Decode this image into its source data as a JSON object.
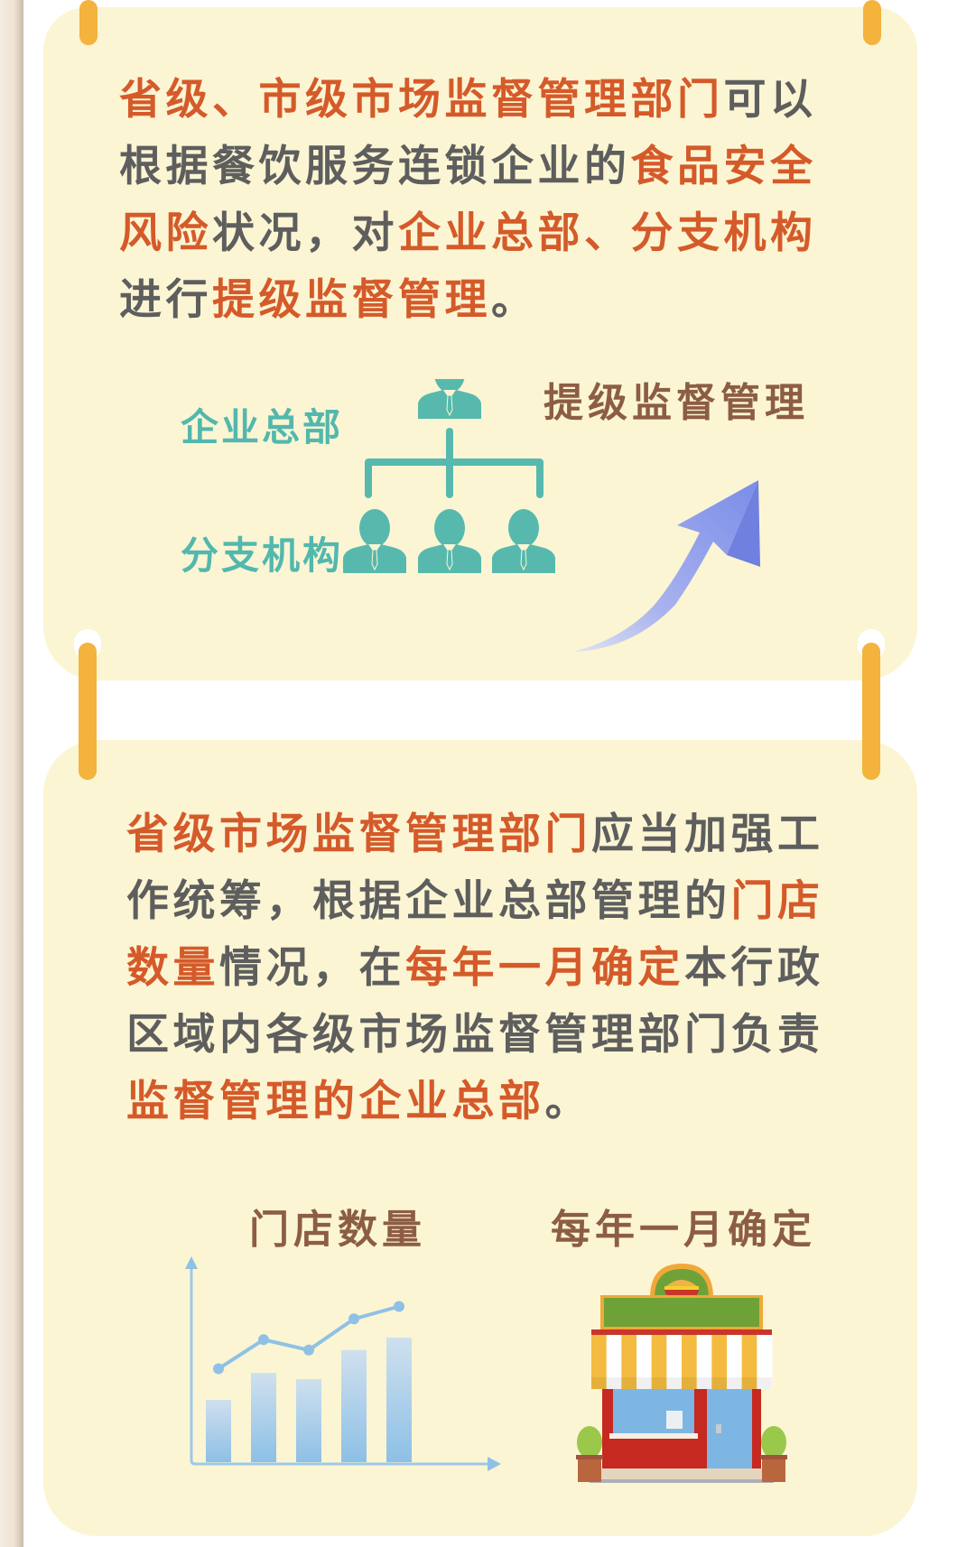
{
  "colors": {
    "card_bg": "#fbf5d3",
    "highlight": "#d55a2a",
    "body_text": "#5e5e5e",
    "teal": "#52b8ae",
    "label_brown": "#8c5d44",
    "ring": "#f3b33d",
    "arrow": "#7e8ee6",
    "chart_blue": "#8fc1e6"
  },
  "card1": {
    "paragraph": [
      {
        "text": "省级、市级市场监督管理部门",
        "hl": true
      },
      {
        "text": "可以根据餐饮服务连锁企业的",
        "hl": false
      },
      {
        "text": "食品安全风险",
        "hl": true
      },
      {
        "text": "状况，对",
        "hl": false
      },
      {
        "text": "企业总部、分支机构",
        "hl": true
      },
      {
        "text": "进行",
        "hl": false
      },
      {
        "text": "提级监督管理",
        "hl": true
      },
      {
        "text": "。",
        "hl": false
      }
    ],
    "illustration": {
      "label_headquarters": "企业总部",
      "label_branches": "分支机构",
      "label_upgrade": "提级监督管理",
      "icons": [
        "person-icon",
        "org-tree-connector",
        "person-icon",
        "person-icon",
        "person-icon",
        "rising-arrow-icon"
      ]
    }
  },
  "card2": {
    "paragraph": [
      {
        "text": "省级市场监督管理部门",
        "hl": true
      },
      {
        "text": "应当加强工作统筹，根据企业总部管理的",
        "hl": false
      },
      {
        "text": "门店数量",
        "hl": true
      },
      {
        "text": "情况，在",
        "hl": false
      },
      {
        "text": "每年一月确定",
        "hl": true
      },
      {
        "text": "本行政区域内各级市场监督管理部门负责",
        "hl": false
      },
      {
        "text": "监督管理的企业总部",
        "hl": true
      },
      {
        "text": "。",
        "hl": false
      }
    ],
    "illustration": {
      "label_store_count": "门店数量",
      "label_january": "每年一月确定",
      "icons": [
        "bar-line-chart-icon",
        "storefront-icon"
      ]
    }
  },
  "chart_data": {
    "type": "bar",
    "title": "门店数量",
    "categories": [
      "1",
      "2",
      "3",
      "4",
      "5"
    ],
    "series": [
      {
        "name": "bars",
        "type": "bar",
        "values": [
          30,
          43,
          40,
          54,
          60
        ]
      },
      {
        "name": "trend",
        "type": "line",
        "values": [
          45,
          59,
          54,
          69,
          75
        ]
      }
    ],
    "xlabel": "",
    "ylabel": "",
    "ylim": [
      0,
      100
    ],
    "grid": false,
    "legend": "none",
    "note": "decorative illustration, no axis ticks; values are relative heights"
  }
}
